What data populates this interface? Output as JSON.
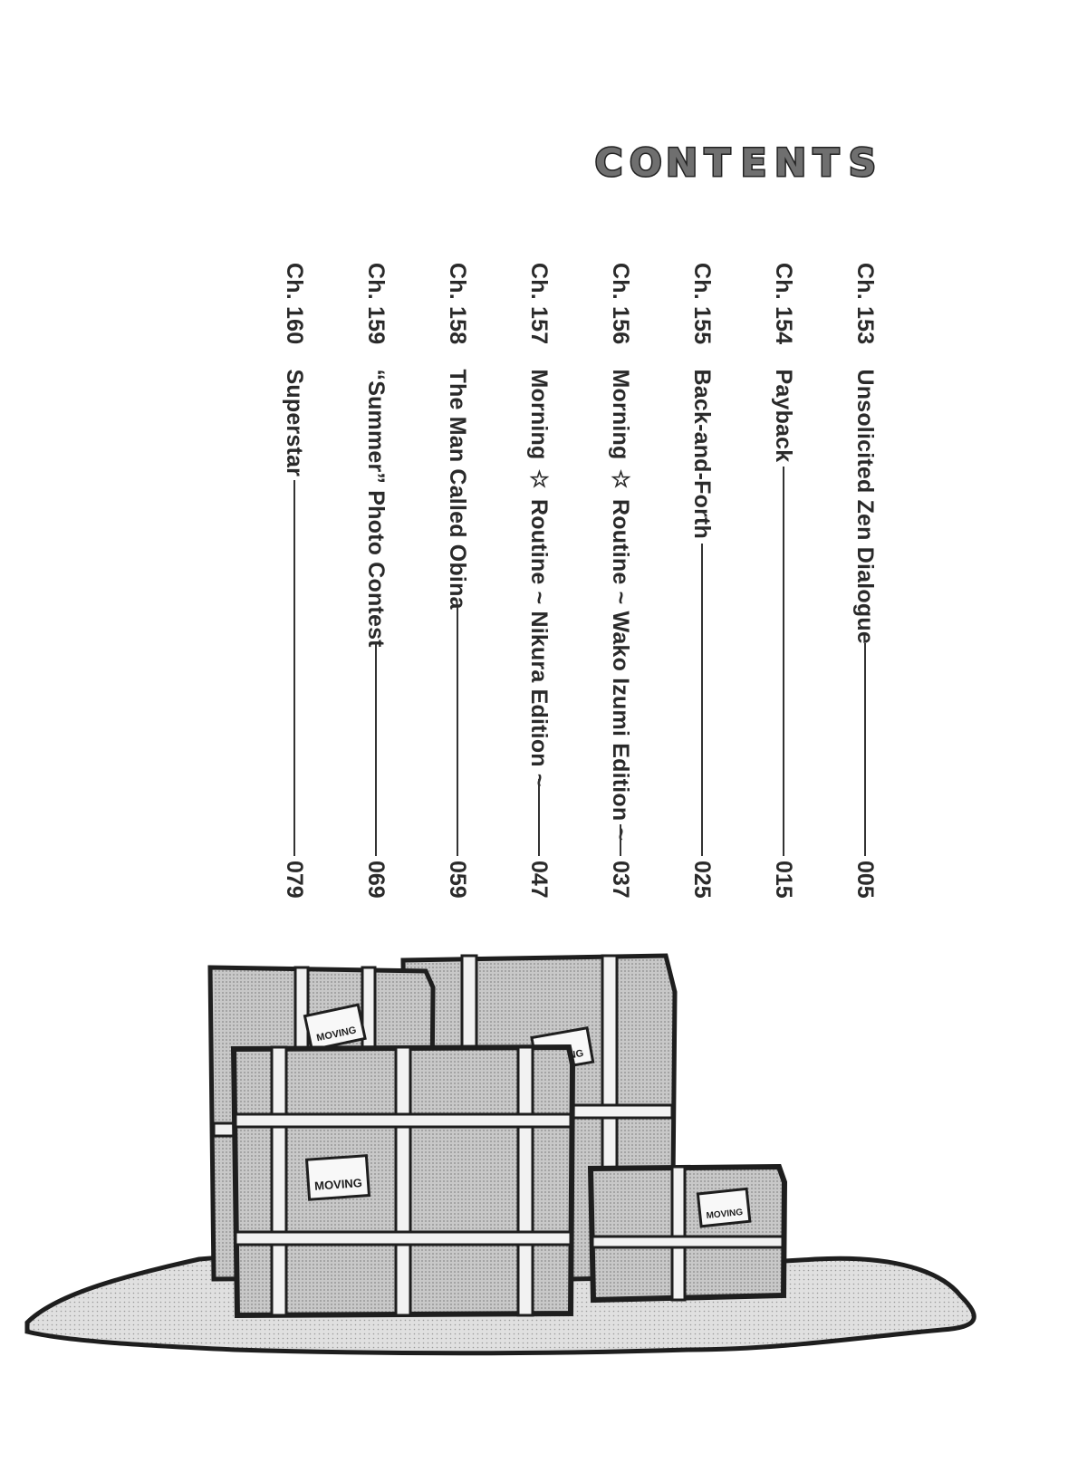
{
  "header": {
    "title_letters": [
      "C",
      "O",
      "N",
      "T",
      "E",
      "N",
      "T",
      "S"
    ]
  },
  "toc": [
    {
      "chapter": "Ch. 153",
      "title": "Unsolicited Zen Dialogue",
      "page": "005"
    },
    {
      "chapter": "Ch. 154",
      "title": "Payback",
      "page": "015"
    },
    {
      "chapter": "Ch. 155",
      "title": "Back-and-Forth",
      "page": "025"
    },
    {
      "chapter": "Ch. 156",
      "title": "Morning ☆ Routine ~ Wako Izumi Edition ~",
      "page": "037"
    },
    {
      "chapter": "Ch. 157",
      "title": "Morning ☆ Routine ~ Nikura Edition ~",
      "page": "047"
    },
    {
      "chapter": "Ch. 158",
      "title": "The Man Called Obina",
      "page": "059"
    },
    {
      "chapter": "Ch. 159",
      "title": "“Summer” Photo Contest",
      "page": "069"
    },
    {
      "chapter": "Ch. 160",
      "title": "Superstar",
      "page": "079"
    }
  ],
  "illustration": {
    "box_labels": [
      "MOVING",
      "MOVING",
      "MOVING",
      "MOVING"
    ]
  },
  "colors": {
    "text": "#2a2a2a",
    "box_fill": "#bdbdbd",
    "rug_fill": "#d6d6d6",
    "outline": "#1e1e1e"
  }
}
